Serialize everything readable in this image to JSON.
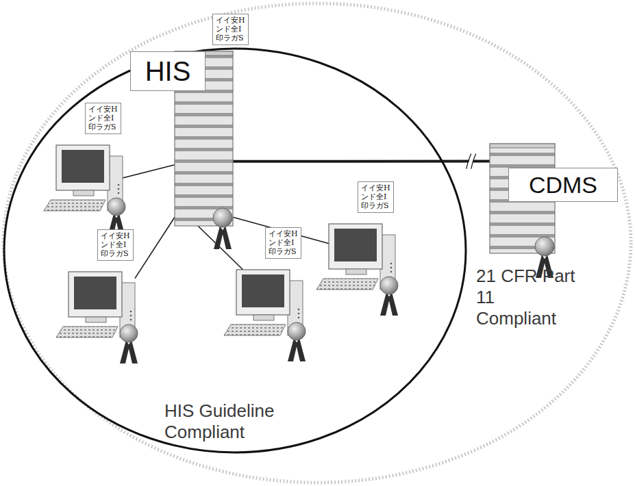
{
  "diagram": {
    "nodes": [
      {
        "text": [
          "HIS Guideline Compliant"
        ]
      },
      {
        "text": [
          "HIS",
          "イイ安H ンド全I 印ラガS"
        ],
        "in": 0
      },
      {
        "text": [
          "イイ安H ンド全I 印ラガS"
        ],
        "in": 0
      },
      {
        "text": [
          "イイ安H ンド全I 印ラガS"
        ],
        "in": 0
      },
      {
        "text": [
          "イイ安H ンド全I 印ラガS"
        ],
        "in": 0
      },
      {
        "text": [
          "イイ安H ンド全I 印ラガS"
        ],
        "in": 0
      },
      {
        "text": [
          "CDMS"
        ]
      }
    ],
    "edges": [
      {
        "from": 1,
        "to": 2,
        "arrow": "none"
      },
      {
        "from": 1,
        "to": 3,
        "arrow": "none"
      },
      {
        "from": 1,
        "to": 4,
        "arrow": "none"
      },
      {
        "from": 1,
        "to": 5,
        "arrow": "none"
      },
      {
        "from": 1,
        "to": 6,
        "arrow": "none"
      }
    ],
    "labels": [
      "21 CFR Part 11 Compliant"
    ]
  }
}
